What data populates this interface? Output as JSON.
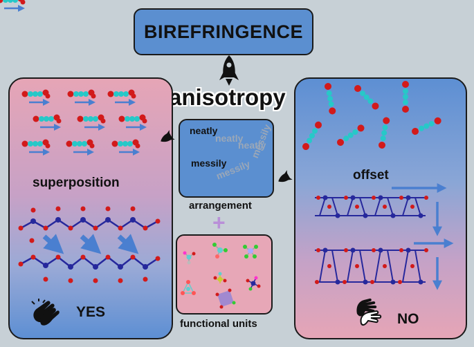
{
  "title": "BIREFRINGENCE",
  "center": {
    "anisotropy": "anisotropy",
    "neatly_dark": "neatly",
    "neatly_faded_1": "neatly",
    "neatly_faded_2": "neatly",
    "messily_dark": "messily",
    "messily_faded_1": "messily",
    "messily_faded_2": "messily",
    "arrangement": "arrangement",
    "plus": "+",
    "functional_units": "functional units"
  },
  "left_panel": {
    "superposition": "superposition",
    "verdict": "YES",
    "icon": "clapping-hands-icon"
  },
  "right_panel": {
    "offset": "offset",
    "verdict": "NO",
    "icon": "sign-language-hands-icon"
  },
  "colors": {
    "background": "#c7d0d6",
    "box_blue": "#5b8fd0",
    "panel_pink": "#e6a5b6",
    "arrow_blue": "#4a7fd0",
    "atom_cyan": "#27c8c8",
    "atom_red": "#d21a1a",
    "atom_navy": "#26289c"
  }
}
